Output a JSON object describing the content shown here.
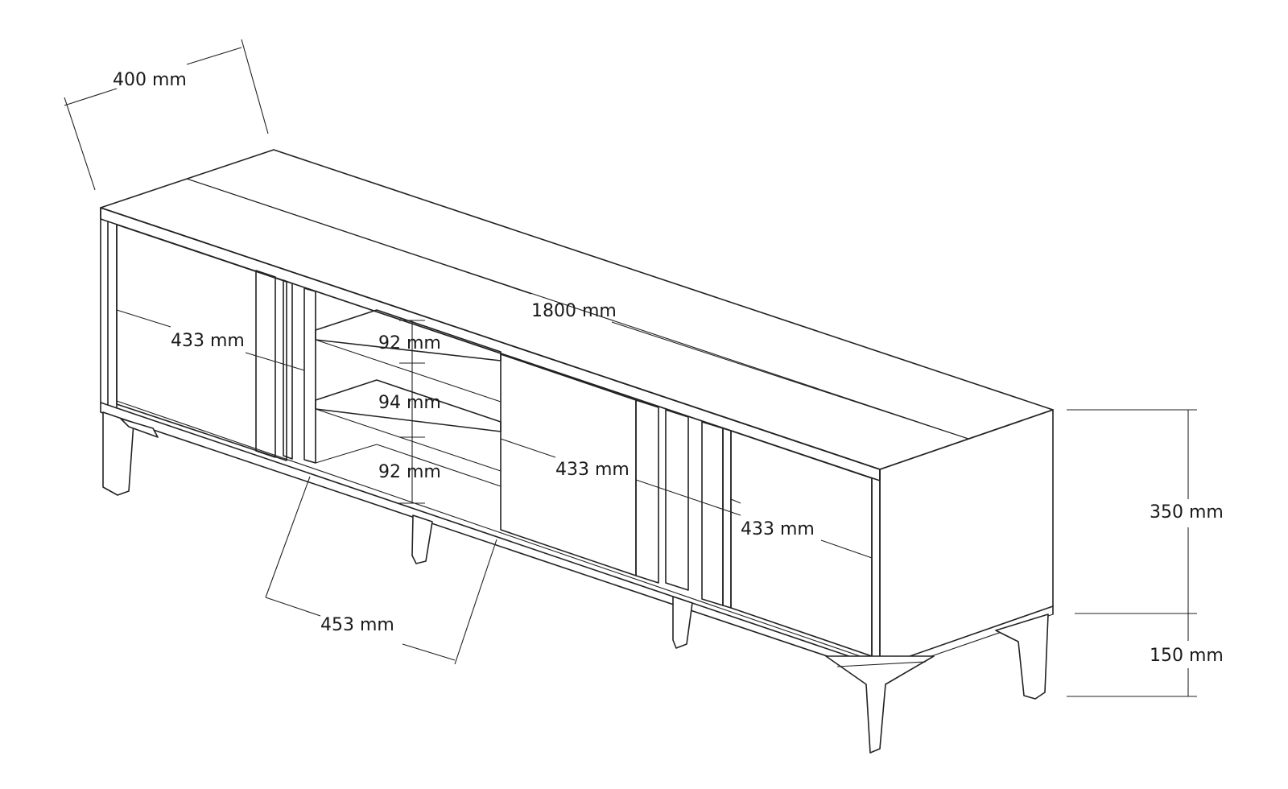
{
  "dimensions": {
    "depth": "400 mm",
    "width": "1800 mm",
    "left_door_height": "433 mm",
    "shelf_top_gap": "92 mm",
    "shelf_middle_gap": "94 mm",
    "shelf_bottom_gap": "92 mm",
    "center_door_height": "433 mm",
    "right_door_height": "433 mm",
    "open_compartment_width": "453 mm",
    "body_height": "350 mm",
    "leg_height": "150 mm"
  },
  "colors": {
    "line": "#222222",
    "background": "#ffffff"
  }
}
